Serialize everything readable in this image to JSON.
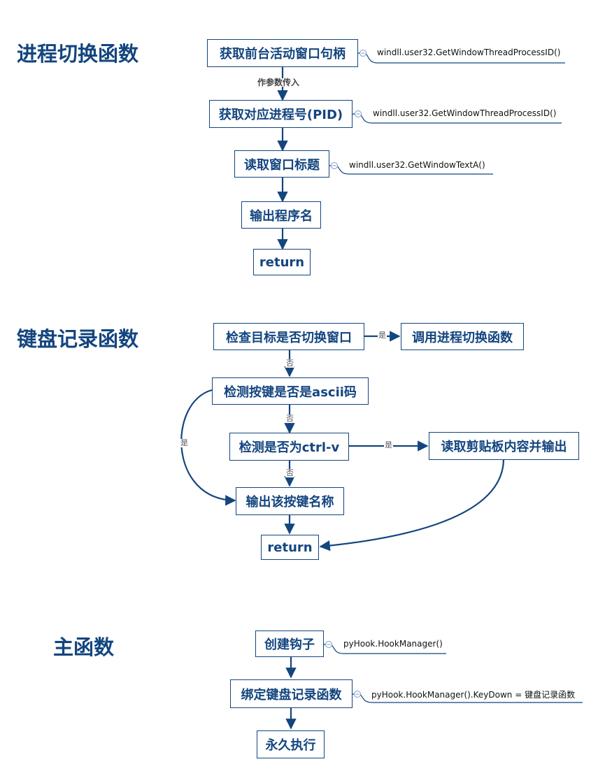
{
  "sections": {
    "process_switch": {
      "title": "进程切换函数",
      "nodes": {
        "get_window": "获取前台活动窗口句柄",
        "get_pid": "获取对应进程号(PID)",
        "read_title": "读取窗口标题",
        "print_name": "输出程序名",
        "return": "return"
      },
      "edge_labels": {
        "pass_param": "作参数传入"
      },
      "notes": {
        "get_window": "windll.user32.GetWindowThreadProcessID()",
        "get_pid": "windll.user32.GetWindowThreadProcessID()",
        "read_title": "windll.user32.GetWindowTextA()"
      }
    },
    "keylogger": {
      "title": "键盘记录函数",
      "nodes": {
        "check_switch": "检查目标是否切换窗口",
        "call_switch": "调用进程切换函数",
        "check_ascii": "检测按键是否是ascii码",
        "check_paste": "检测是否为ctrl-v",
        "read_clipboard": "读取剪贴板内容并输出",
        "print_key": "输出该按键名称",
        "return": "return"
      },
      "edge_labels": {
        "yes_switch": "是",
        "no_switch": "否",
        "no_ascii": "否",
        "yes_ascii": "是",
        "yes_paste": "是",
        "no_paste": "否"
      }
    },
    "main": {
      "title": "主函数",
      "nodes": {
        "create_hook": "创建钩子",
        "bind": "绑定键盘记录函数",
        "run": "永久执行"
      },
      "notes": {
        "create_hook": "pyHook.HookManager()",
        "bind": "pyHook.HookManager().KeyDown = 键盘记录函数"
      }
    }
  },
  "colors": {
    "accent": "#13457f",
    "note_connector": "#7a9cc6"
  }
}
